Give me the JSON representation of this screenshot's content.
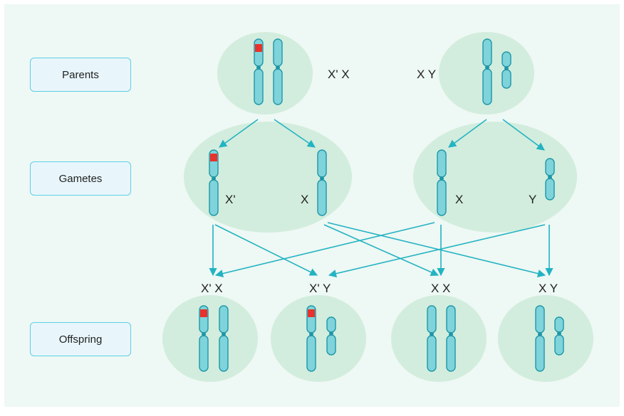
{
  "labels": {
    "parents": "Parents",
    "gametes": "Gametes",
    "offspring": "Offspring"
  },
  "genotypes": {
    "mother": "X' X",
    "father": "X Y",
    "gamete_x_prime": "X'",
    "gamete_x_mother": "X",
    "gamete_x_father": "X",
    "gamete_y": "Y",
    "offspring_1": "X' X",
    "offspring_2": "X' Y",
    "offspring_3": "X X",
    "offspring_4": "X Y"
  },
  "colors": {
    "background": "#eef8f4",
    "cell": "#d2eddd",
    "chromosome": "#7fd3db",
    "chromosome_outline": "#1e97a8",
    "mutation": "#e8322b",
    "arrow": "#23b3c2",
    "label_box": "#e8f6fb",
    "label_border": "#5ecfe6"
  }
}
